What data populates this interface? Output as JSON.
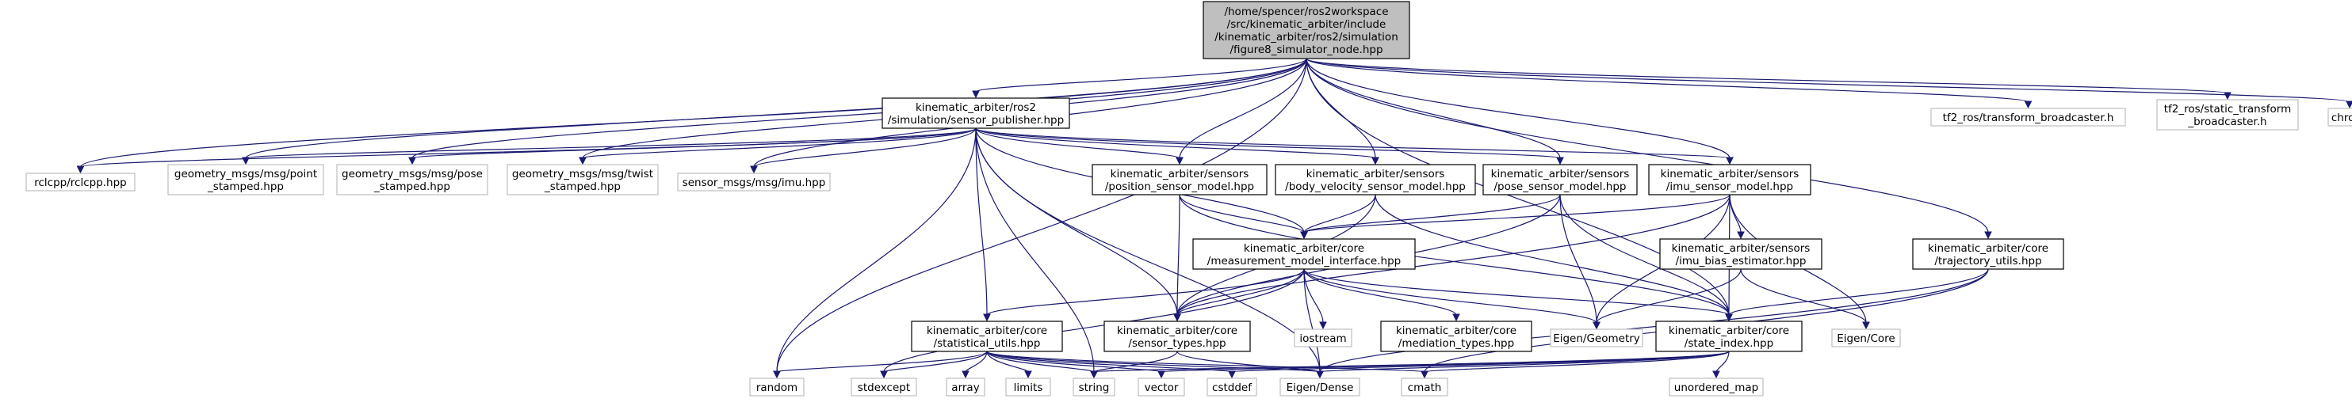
{
  "graph": {
    "nodes": [
      {
        "id": "root",
        "kind": "root",
        "lines": [
          "/home/spencer/ros2workspace",
          "/src/kinematic_arbiter/include",
          "/kinematic_arbiter/ros2/simulation",
          "/figure8_simulator_node.hpp"
        ]
      },
      {
        "id": "sensor_publisher",
        "kind": "local",
        "lines": [
          "kinematic_arbiter/ros2",
          "/simulation/sensor_publisher.hpp"
        ]
      },
      {
        "id": "tf2_transform",
        "kind": "ext",
        "lines": [
          "tf2_ros/transform_broadcaster.h"
        ]
      },
      {
        "id": "tf2_static",
        "kind": "ext",
        "lines": [
          "tf2_ros/static_transform",
          "_broadcaster.h"
        ]
      },
      {
        "id": "chrono",
        "kind": "ext",
        "lines": [
          "chrono"
        ]
      },
      {
        "id": "rclcpp",
        "kind": "ext",
        "lines": [
          "rclcpp/rclcpp.hpp"
        ]
      },
      {
        "id": "point_stamped",
        "kind": "ext",
        "lines": [
          "geometry_msgs/msg/point",
          "_stamped.hpp"
        ]
      },
      {
        "id": "pose_stamped",
        "kind": "ext",
        "lines": [
          "geometry_msgs/msg/pose",
          "_stamped.hpp"
        ]
      },
      {
        "id": "twist_stamped",
        "kind": "ext",
        "lines": [
          "geometry_msgs/msg/twist",
          "_stamped.hpp"
        ]
      },
      {
        "id": "imu_msg",
        "kind": "ext",
        "lines": [
          "sensor_msgs/msg/imu.hpp"
        ]
      },
      {
        "id": "position_sensor",
        "kind": "local",
        "lines": [
          "kinematic_arbiter/sensors",
          "/position_sensor_model.hpp"
        ]
      },
      {
        "id": "body_velocity_sensor",
        "kind": "local",
        "lines": [
          "kinematic_arbiter/sensors",
          "/body_velocity_sensor_model.hpp"
        ]
      },
      {
        "id": "pose_sensor",
        "kind": "local",
        "lines": [
          "kinematic_arbiter/sensors",
          "/pose_sensor_model.hpp"
        ]
      },
      {
        "id": "imu_sensor",
        "kind": "local",
        "lines": [
          "kinematic_arbiter/sensors",
          "/imu_sensor_model.hpp"
        ]
      },
      {
        "id": "measurement_model",
        "kind": "local",
        "lines": [
          "kinematic_arbiter/core",
          "/measurement_model_interface.hpp"
        ]
      },
      {
        "id": "imu_bias",
        "kind": "local",
        "lines": [
          "kinematic_arbiter/sensors",
          "/imu_bias_estimator.hpp"
        ]
      },
      {
        "id": "trajectory_utils",
        "kind": "local",
        "lines": [
          "kinematic_arbiter/core",
          "/trajectory_utils.hpp"
        ]
      },
      {
        "id": "statistical_utils",
        "kind": "local",
        "lines": [
          "kinematic_arbiter/core",
          "/statistical_utils.hpp"
        ]
      },
      {
        "id": "sensor_types",
        "kind": "local",
        "lines": [
          "kinematic_arbiter/core",
          "/sensor_types.hpp"
        ]
      },
      {
        "id": "iostream",
        "kind": "ext",
        "lines": [
          "iostream"
        ]
      },
      {
        "id": "mediation_types",
        "kind": "local",
        "lines": [
          "kinematic_arbiter/core",
          "/mediation_types.hpp"
        ]
      },
      {
        "id": "eigen_geometry",
        "kind": "ext",
        "lines": [
          "Eigen/Geometry"
        ]
      },
      {
        "id": "state_index",
        "kind": "local",
        "lines": [
          "kinematic_arbiter/core",
          "/state_index.hpp"
        ]
      },
      {
        "id": "eigen_core",
        "kind": "ext",
        "lines": [
          "Eigen/Core"
        ]
      },
      {
        "id": "random",
        "kind": "ext",
        "lines": [
          "random"
        ]
      },
      {
        "id": "stdexcept",
        "kind": "ext",
        "lines": [
          "stdexcept"
        ]
      },
      {
        "id": "array",
        "kind": "ext",
        "lines": [
          "array"
        ]
      },
      {
        "id": "limits",
        "kind": "ext",
        "lines": [
          "limits"
        ]
      },
      {
        "id": "string",
        "kind": "ext",
        "lines": [
          "string"
        ]
      },
      {
        "id": "vector",
        "kind": "ext",
        "lines": [
          "vector"
        ]
      },
      {
        "id": "cstddef",
        "kind": "ext",
        "lines": [
          "cstddef"
        ]
      },
      {
        "id": "eigen_dense",
        "kind": "ext",
        "lines": [
          "Eigen/Dense"
        ]
      },
      {
        "id": "cmath",
        "kind": "ext",
        "lines": [
          "cmath"
        ]
      },
      {
        "id": "unordered_map",
        "kind": "ext",
        "lines": [
          "unordered_map"
        ]
      }
    ],
    "edges": [
      [
        "root",
        "sensor_publisher"
      ],
      [
        "root",
        "tf2_transform"
      ],
      [
        "root",
        "tf2_static"
      ],
      [
        "root",
        "chrono"
      ],
      [
        "root",
        "rclcpp"
      ],
      [
        "root",
        "point_stamped"
      ],
      [
        "root",
        "pose_stamped"
      ],
      [
        "root",
        "twist_stamped"
      ],
      [
        "root",
        "imu_msg"
      ],
      [
        "root",
        "position_sensor"
      ],
      [
        "root",
        "body_velocity_sensor"
      ],
      [
        "root",
        "pose_sensor"
      ],
      [
        "root",
        "imu_sensor"
      ],
      [
        "root",
        "trajectory_utils"
      ],
      [
        "root",
        "state_index"
      ],
      [
        "root",
        "random"
      ],
      [
        "sensor_publisher",
        "rclcpp"
      ],
      [
        "sensor_publisher",
        "point_stamped"
      ],
      [
        "sensor_publisher",
        "pose_stamped"
      ],
      [
        "sensor_publisher",
        "twist_stamped"
      ],
      [
        "sensor_publisher",
        "imu_msg"
      ],
      [
        "sensor_publisher",
        "position_sensor"
      ],
      [
        "sensor_publisher",
        "body_velocity_sensor"
      ],
      [
        "sensor_publisher",
        "pose_sensor"
      ],
      [
        "sensor_publisher",
        "imu_sensor"
      ],
      [
        "sensor_publisher",
        "measurement_model"
      ],
      [
        "sensor_publisher",
        "statistical_utils"
      ],
      [
        "sensor_publisher",
        "sensor_types"
      ],
      [
        "sensor_publisher",
        "random"
      ],
      [
        "sensor_publisher",
        "string"
      ],
      [
        "sensor_publisher",
        "eigen_dense"
      ],
      [
        "position_sensor",
        "measurement_model"
      ],
      [
        "position_sensor",
        "sensor_types"
      ],
      [
        "position_sensor",
        "state_index"
      ],
      [
        "body_velocity_sensor",
        "measurement_model"
      ],
      [
        "body_velocity_sensor",
        "sensor_types"
      ],
      [
        "body_velocity_sensor",
        "state_index"
      ],
      [
        "pose_sensor",
        "measurement_model"
      ],
      [
        "pose_sensor",
        "sensor_types"
      ],
      [
        "pose_sensor",
        "state_index"
      ],
      [
        "pose_sensor",
        "eigen_geometry"
      ],
      [
        "imu_sensor",
        "measurement_model"
      ],
      [
        "imu_sensor",
        "imu_bias"
      ],
      [
        "imu_sensor",
        "sensor_types"
      ],
      [
        "imu_sensor",
        "state_index"
      ],
      [
        "imu_sensor",
        "eigen_geometry"
      ],
      [
        "imu_sensor",
        "eigen_core"
      ],
      [
        "measurement_model",
        "statistical_utils"
      ],
      [
        "measurement_model",
        "sensor_types"
      ],
      [
        "measurement_model",
        "iostream"
      ],
      [
        "measurement_model",
        "mediation_types"
      ],
      [
        "measurement_model",
        "eigen_geometry"
      ],
      [
        "measurement_model",
        "state_index"
      ],
      [
        "measurement_model",
        "eigen_dense"
      ],
      [
        "measurement_model",
        "stdexcept"
      ],
      [
        "imu_bias",
        "eigen_geometry"
      ],
      [
        "imu_bias",
        "eigen_core"
      ],
      [
        "trajectory_utils",
        "state_index"
      ],
      [
        "trajectory_utils",
        "eigen_dense"
      ],
      [
        "trajectory_utils",
        "cmath"
      ],
      [
        "statistical_utils",
        "random"
      ],
      [
        "statistical_utils",
        "stdexcept"
      ],
      [
        "statistical_utils",
        "array"
      ],
      [
        "statistical_utils",
        "limits"
      ],
      [
        "statistical_utils",
        "string"
      ],
      [
        "statistical_utils",
        "vector"
      ],
      [
        "statistical_utils",
        "cstddef"
      ],
      [
        "statistical_utils",
        "eigen_dense"
      ],
      [
        "statistical_utils",
        "cmath"
      ],
      [
        "sensor_types",
        "string"
      ],
      [
        "sensor_types",
        "eigen_dense"
      ],
      [
        "state_index",
        "string"
      ],
      [
        "state_index",
        "vector"
      ],
      [
        "state_index",
        "cstddef"
      ],
      [
        "state_index",
        "eigen_dense"
      ],
      [
        "state_index",
        "cmath"
      ],
      [
        "state_index",
        "unordered_map"
      ]
    ]
  }
}
